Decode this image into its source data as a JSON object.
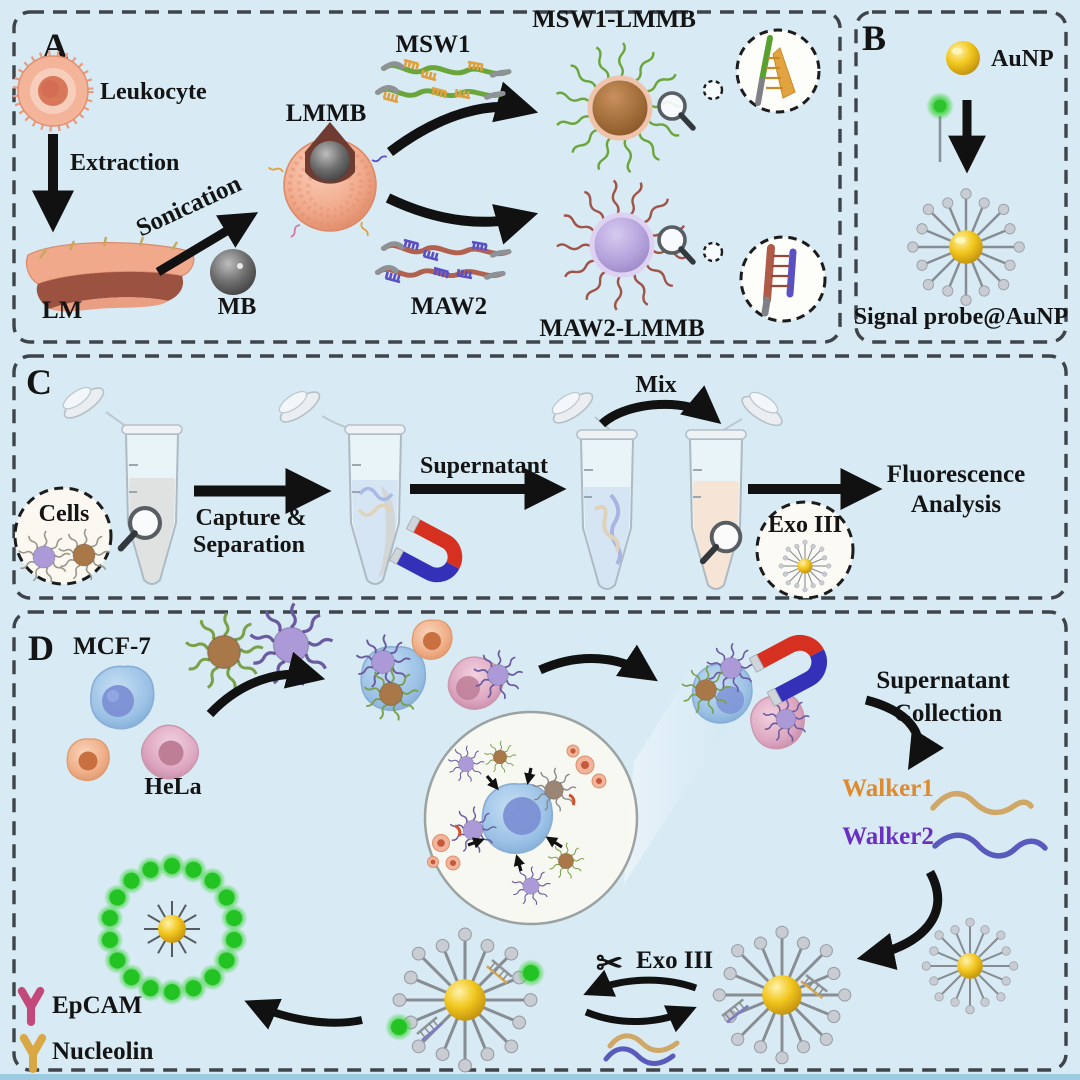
{
  "figure": {
    "title_hidden": "",
    "background": "#d8ebf4",
    "border": "#3f444b"
  },
  "panels": {
    "a": {
      "label": "A",
      "leukocyte": "Leukocyte",
      "extraction": "Extraction",
      "lm": "LM",
      "sonication": "Sonication",
      "mb": "MB",
      "lmmb": "LMMB",
      "msw1": "MSW1",
      "maw2": "MAW2",
      "msw1_lmmb": "MSW1-LMMB",
      "maw2_lmmb": "MAW2-LMMB"
    },
    "b": {
      "label": "B",
      "aunp": "AuNP",
      "signal_probe": "Signal probe@AuNP"
    },
    "c": {
      "label": "C",
      "cells": "Cells",
      "capture_line1": "Capture &",
      "capture_line2": "Separation",
      "supernatant": "Supernatant",
      "mix": "Mix",
      "exo3": "Exo III",
      "fluorescence_line1": "Fluorescence",
      "fluorescence_line2": "Analysis"
    },
    "d": {
      "label": "D",
      "mcf7": "MCF-7",
      "hela": "HeLa",
      "supernatant_line1": "Supernatant",
      "supernatant_line2": "Collection",
      "walker1": "Walker1",
      "walker2": "Walker2",
      "scissors_icon": "✂",
      "exo3": "Exo III",
      "epcam": "EpCAM",
      "nucleolin": "Nucleolin"
    }
  },
  "colors": {
    "gold_aunp": "#eec11e",
    "green_signal": "#28c228",
    "walker1_text": "#e08a2e",
    "walker2_text": "#6c2fc4",
    "msw1_strand_green": "#6aa63c",
    "maw2_strand_red": "#b2614f",
    "comb_orange": "#dfa13f",
    "comb_blue": "#5a50c4",
    "magnet_red": "#d63020",
    "magnet_blue": "#3530b8",
    "epcam_antibody": "#c2497a",
    "nucleolin_antibody": "#d9a845",
    "membrane_salmon": "#f2ab8d",
    "mb_gray": "#5a5a5a"
  }
}
